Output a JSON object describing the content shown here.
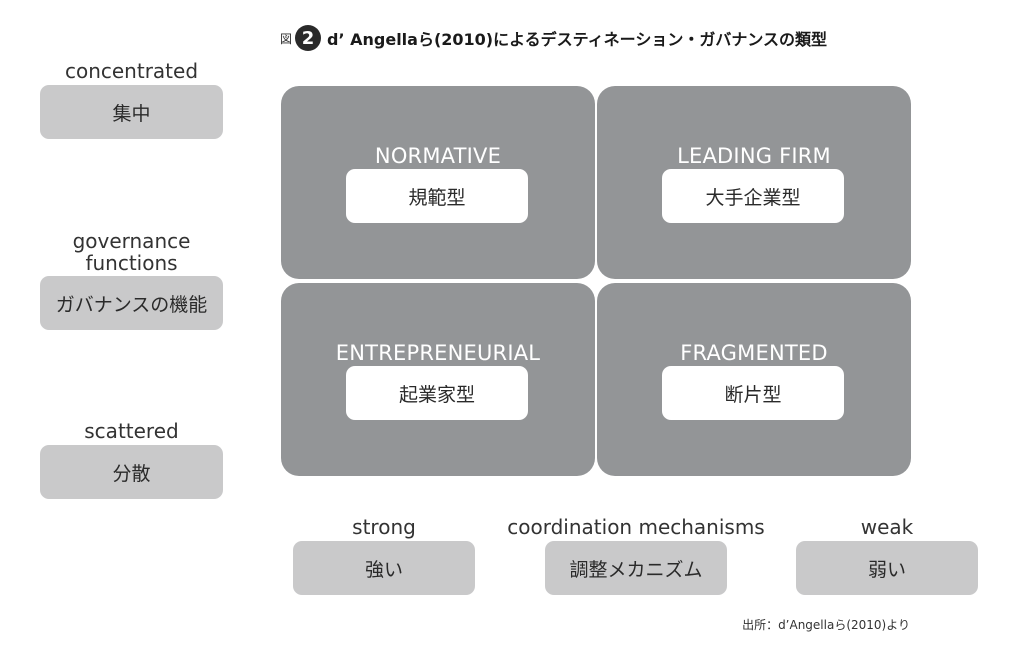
{
  "title": {
    "prefix": "図",
    "number": "2",
    "text": "d’ Angellaら(2010)によるデスティネーション・ガバナンスの類型"
  },
  "side_axis": {
    "top": {
      "en": "concentrated",
      "ja": "集中"
    },
    "middle": {
      "en_line1": "governance",
      "en_line2": "functions",
      "ja": "ガバナンスの機能"
    },
    "bottom": {
      "en": "scattered",
      "ja": "分散"
    }
  },
  "quadrants": {
    "top_left": {
      "en": "NORMATIVE",
      "ja": "規範型"
    },
    "top_right": {
      "en": "LEADING FIRM",
      "ja": "大手企業型"
    },
    "bottom_left": {
      "en": "ENTREPRENEURIAL",
      "ja": "起業家型"
    },
    "bottom_right": {
      "en": "FRAGMENTED",
      "ja": "断片型"
    }
  },
  "bottom_axis": {
    "left": {
      "en": "strong",
      "ja": "強い"
    },
    "middle": {
      "en": "coordination mechanisms",
      "ja": "調整メカニズム"
    },
    "right": {
      "en": "weak",
      "ja": "弱い"
    }
  },
  "source": "出所：d’Angellaら(2010)より",
  "colors": {
    "quadrant_fill": "#939597",
    "pill_fill": "#c9c9ca",
    "box_fill": "#ffffff",
    "badge_fill": "#2a2a2a"
  }
}
